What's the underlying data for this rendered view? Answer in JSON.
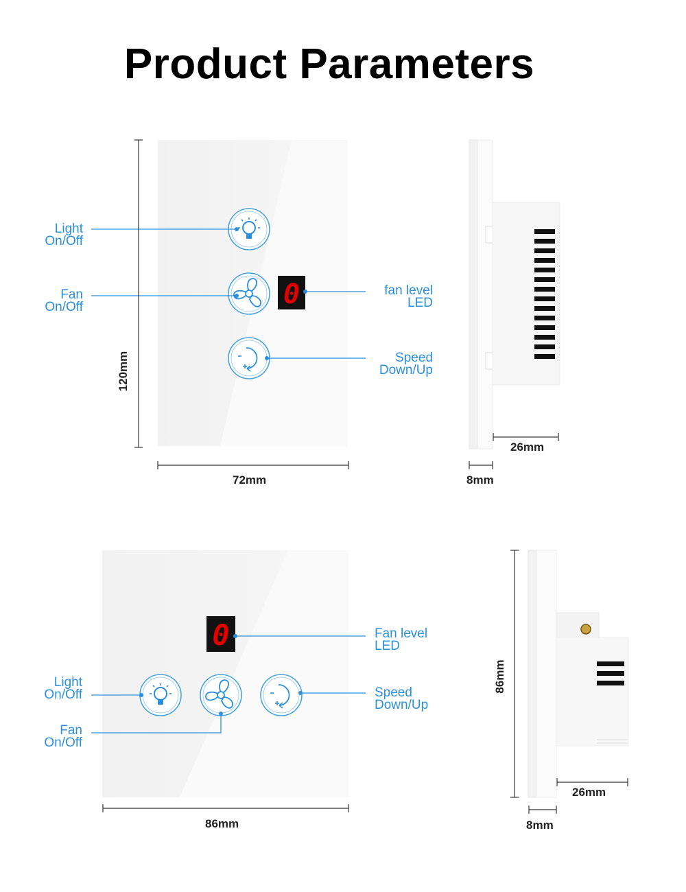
{
  "title": "Product Parameters",
  "colors": {
    "accent": "#2a8fdc",
    "led": "#e00000",
    "panel": "#f3f3f3",
    "dim_line": "#333333"
  },
  "top": {
    "labels": {
      "light": [
        "Light",
        "On/Off"
      ],
      "fan": [
        "Fan",
        "On/Off"
      ],
      "fan_level": [
        "fan level",
        "LED"
      ],
      "speed": [
        "Speed",
        "Down/Up"
      ]
    },
    "dims": {
      "height": "120mm",
      "width": "72mm",
      "depth": "26mm",
      "thickness": "8mm"
    },
    "led_digit": "0"
  },
  "bottom": {
    "labels": {
      "light": [
        "Light",
        "On/Off"
      ],
      "fan": [
        "Fan",
        "On/Off"
      ],
      "fan_level": [
        "Fan level",
        "LED"
      ],
      "speed": [
        "Speed",
        "Down/Up"
      ]
    },
    "dims": {
      "width": "86mm",
      "height": "86mm",
      "depth": "26mm",
      "thickness": "8mm"
    },
    "led_digit": "0"
  },
  "icons": [
    "light-bulb-icon",
    "fan-icon",
    "speed-dial-icon"
  ]
}
